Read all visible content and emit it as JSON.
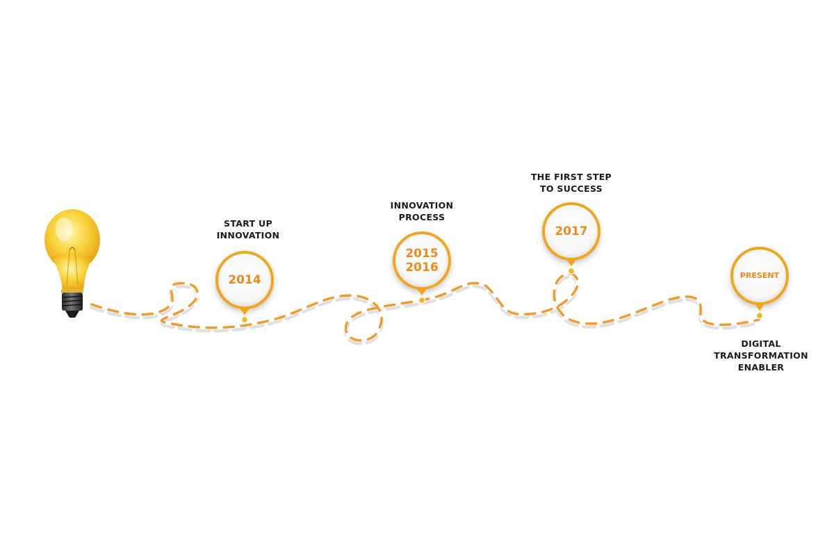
{
  "colors": {
    "accent": "#ef8a1a",
    "ring": "#f0a51d",
    "path": "#f09a2c",
    "label": "#1a1a1a"
  },
  "icons": {
    "start": "light-bulb-icon"
  },
  "milestones": [
    {
      "year": "2014",
      "label": "START UP\nINNOVATION"
    },
    {
      "year": "2015\n2016",
      "label": "INNOVATION\nPROCESS"
    },
    {
      "year": "2017",
      "label": "THE FIRST STEP\nTO SUCCESS"
    },
    {
      "year": "PRESENT",
      "label": "DIGITAL\nTRANSFORMATION\nENABLER"
    }
  ]
}
